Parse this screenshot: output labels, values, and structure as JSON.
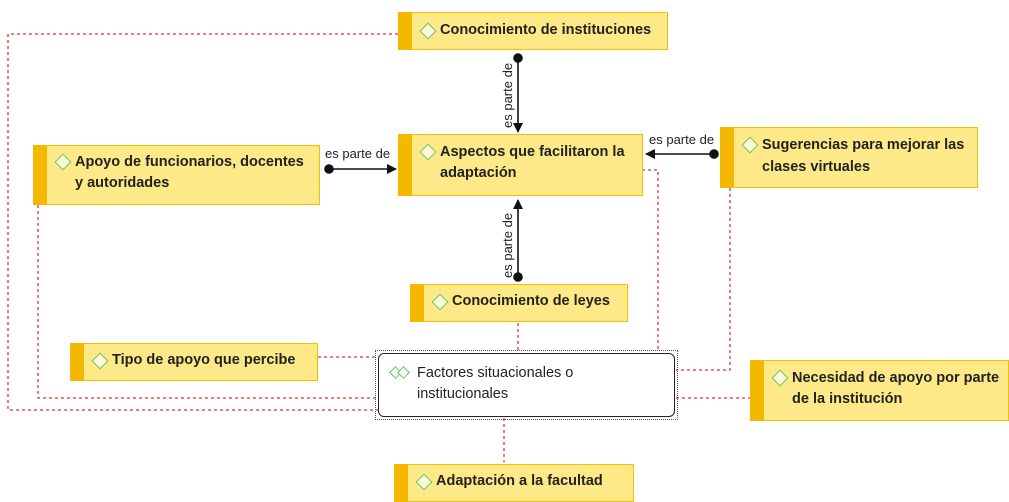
{
  "nodes": {
    "conocimiento_instituciones": "Conocimiento de instituciones",
    "aspectos_line1": "Aspectos que facilitaron la",
    "aspectos_line2": "adaptación",
    "apoyo_line1": "Apoyo de funcionarios, docentes",
    "apoyo_line2": "y autoridades",
    "sugerencias_line1": "Sugerencias para mejorar las",
    "sugerencias_line2": "clases virtuales",
    "conocimiento_leyes": "Conocimiento de leyes",
    "tipo_apoyo": "Tipo de apoyo que percibe",
    "factores_line1": "Factores situacionales o",
    "factores_line2": "institucionales",
    "necesidad_line1": "Necesidad de apoyo por parte",
    "necesidad_line2": "de la institución",
    "adaptacion": "Adaptación a la facultad"
  },
  "relations": {
    "top": "es parte de",
    "left": "es parte de",
    "right": "es parte de",
    "bottom": "es parte de"
  },
  "colors": {
    "node_fill": "#fde987",
    "node_bar": "#f4b800",
    "diamond_outline": "#64c35e",
    "dashed_link": "#e0362b",
    "arrow": "#111111"
  }
}
